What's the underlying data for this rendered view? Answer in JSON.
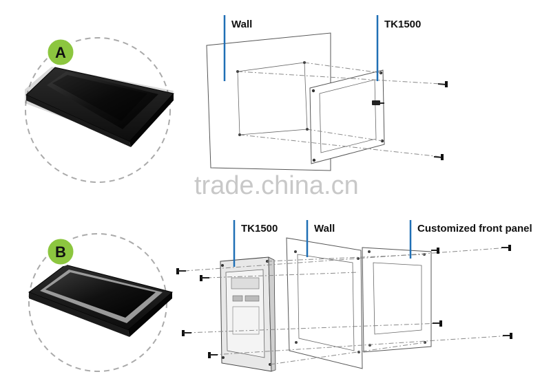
{
  "diagram": {
    "option_a": {
      "badge": "A",
      "labels": {
        "wall": "Wall",
        "device": "TK1500"
      }
    },
    "option_b": {
      "badge": "B",
      "labels": {
        "device": "TK1500",
        "wall": "Wall",
        "panel": "Customized front panel"
      }
    },
    "watermark": "trade.china.cn",
    "colors": {
      "badge_green": "#8cc63f",
      "callout_blue": "#1f6fb5"
    }
  }
}
